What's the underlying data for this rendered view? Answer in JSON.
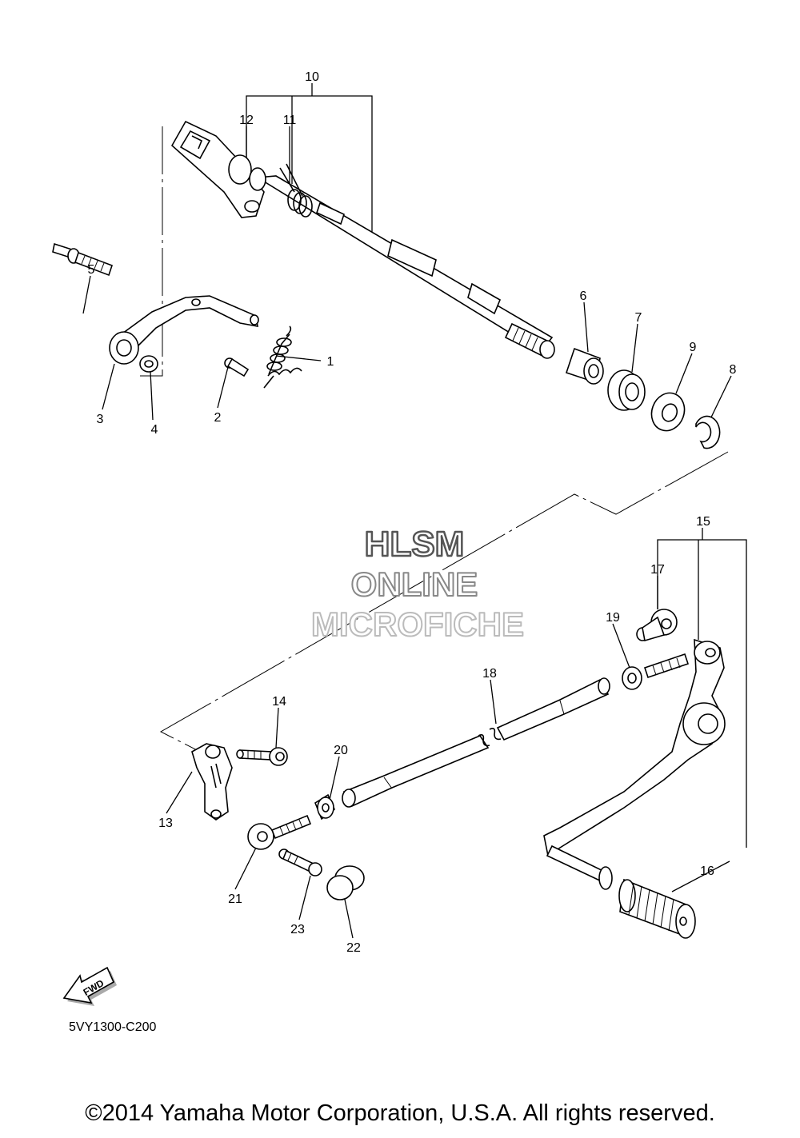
{
  "diagram": {
    "part_code": "5VY1300-C200",
    "fwd_label": "FWD",
    "watermark": [
      "HLSM",
      "ONLINE",
      "MICROFICHE"
    ],
    "callouts": {
      "c1": "1",
      "c2": "2",
      "c3": "3",
      "c4": "4",
      "c5": "5",
      "c6": "6",
      "c7": "7",
      "c8": "8",
      "c9": "9",
      "c10": "10",
      "c11": "11",
      "c12": "12",
      "c13": "13",
      "c14": "14",
      "c15": "15",
      "c16": "16",
      "c17": "17",
      "c18": "18",
      "c19": "19",
      "c20": "20",
      "c21": "21",
      "c22": "22",
      "c23": "23"
    }
  },
  "footer": {
    "copyright": "©2014 Yamaha Motor Corporation, U.S.A. All rights reserved."
  }
}
